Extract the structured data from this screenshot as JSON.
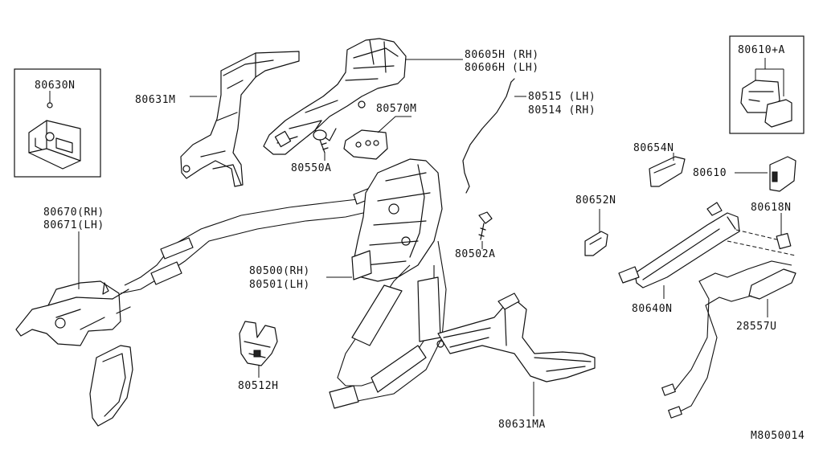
{
  "diagram_id": "M8050014",
  "parts": {
    "p80630N": "80630N",
    "p80631M": "80631M",
    "p80605H": "80605H (RH)",
    "p80606H": "80606H (LH)",
    "p80570M": "80570M",
    "p80550A": "80550A",
    "p80515": "80515 (LH)",
    "p80514": "80514 (RH)",
    "p80610A": "80610+A",
    "p80654N": "80654N",
    "p80610": "80610",
    "p80652N": "80652N",
    "p80618N": "80618N",
    "p80670": "80670(RH)",
    "p80671": "80671(LH)",
    "p80502A": "80502A",
    "p80500": "80500(RH)",
    "p80501": "80501(LH)",
    "p80640N": "80640N",
    "p28557U": "28557U",
    "p80512H": "80512H",
    "p80631MA": "80631MA"
  }
}
